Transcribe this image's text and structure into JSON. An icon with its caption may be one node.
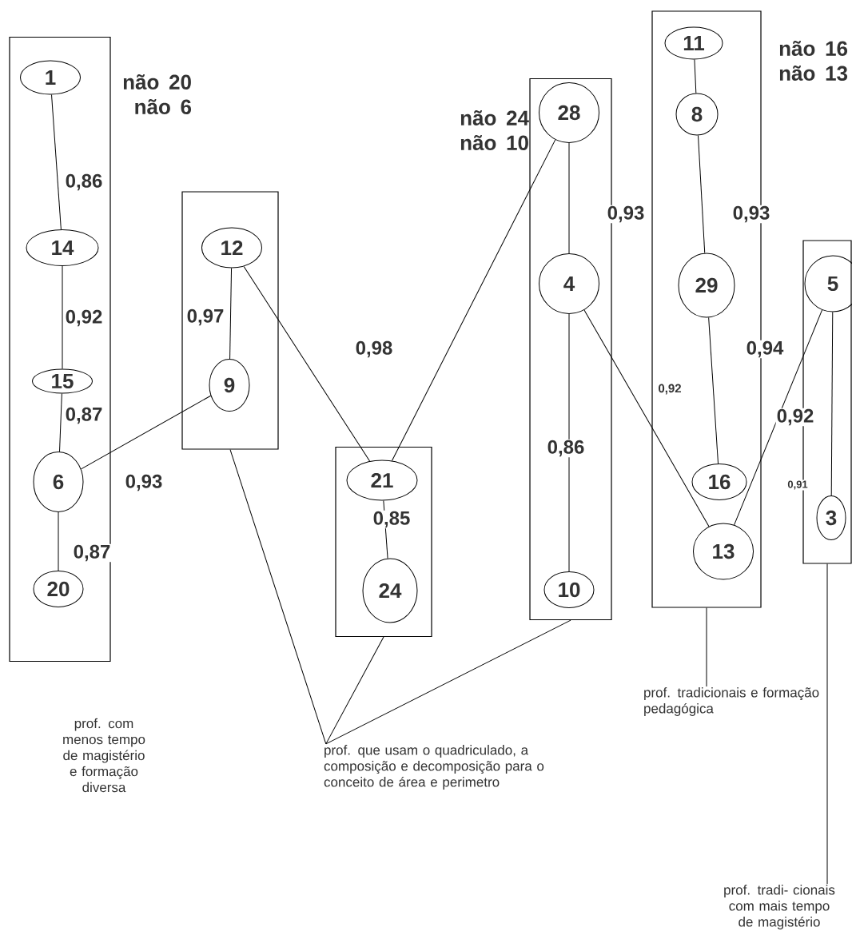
{
  "diagram": {
    "nodes": [
      {
        "text": [],
        "shape": "box"
      },
      {
        "text": [
          "1"
        ],
        "in": 0,
        "beside": [
          "não 20 não 6"
        ]
      },
      {
        "text": [
          "14"
        ],
        "in": 0
      },
      {
        "text": [
          "15"
        ],
        "in": 0
      },
      {
        "text": [
          "6"
        ],
        "in": 0
      },
      {
        "text": [
          "20"
        ],
        "in": 0
      },
      {
        "text": [],
        "shape": "box"
      },
      {
        "text": [
          "12"
        ],
        "in": 6
      },
      {
        "text": [
          "9"
        ],
        "in": 6
      },
      {
        "text": [],
        "shape": "box"
      },
      {
        "text": [
          "21"
        ],
        "in": 9
      },
      {
        "text": [
          "24"
        ],
        "in": 9
      },
      {
        "text": [],
        "shape": "box"
      },
      {
        "text": [
          "28"
        ],
        "in": 12,
        "beside": [
          "não 24 não 10"
        ]
      },
      {
        "text": [
          "4"
        ],
        "in": 12
      },
      {
        "text": [
          "10"
        ],
        "in": 12
      },
      {
        "text": [],
        "shape": "box"
      },
      {
        "text": [
          "11"
        ],
        "in": 16,
        "beside": [
          "não 16 não 13"
        ]
      },
      {
        "text": [
          "8"
        ],
        "in": 16
      },
      {
        "text": [
          "29"
        ],
        "in": 16
      },
      {
        "text": [
          "16"
        ],
        "in": 16
      },
      {
        "text": [
          "13"
        ],
        "in": 16
      },
      {
        "text": [],
        "shape": "box"
      },
      {
        "text": [
          "5"
        ],
        "in": 22
      },
      {
        "text": [
          "3"
        ],
        "in": 22
      },
      {
        "text": [
          "prof. que usam o quadriculado, a composição e decomposição para o conceito de área e perimetro"
        ]
      },
      {
        "text": [
          "prof. tradicionais e formação pedagógica"
        ]
      },
      {
        "text": [
          "prof. tradi- cionais com mais tempo de magistério"
        ]
      }
    ],
    "edges": [
      {
        "from": 1,
        "to": 2,
        "arrow": "none",
        "label": "0,86"
      },
      {
        "from": 2,
        "to": 3,
        "arrow": "none",
        "label": "0,92"
      },
      {
        "from": 3,
        "to": 4,
        "arrow": "none",
        "label": "0,87"
      },
      {
        "from": 4,
        "to": 5,
        "arrow": "none",
        "label": "0,87"
      },
      {
        "from": 4,
        "to": 8,
        "arrow": "none",
        "label": "0,93"
      },
      {
        "from": 7,
        "to": 8,
        "arrow": "none",
        "label": "0,97"
      },
      {
        "from": 7,
        "to": 10,
        "arrow": "none",
        "label": "0,98"
      },
      {
        "from": 10,
        "to": 11,
        "arrow": "none",
        "label": "0,85"
      },
      {
        "from": 13,
        "to": 10,
        "arrow": "none"
      },
      {
        "from": 13,
        "to": 14,
        "arrow": "none",
        "label": "0,93"
      },
      {
        "from": 14,
        "to": 15,
        "arrow": "none",
        "label": "0,86"
      },
      {
        "from": 14,
        "to": 21,
        "arrow": "none",
        "label": "0,92"
      },
      {
        "from": 17,
        "to": 18,
        "arrow": "none"
      },
      {
        "from": 18,
        "to": 19,
        "arrow": "none",
        "label": "0,93"
      },
      {
        "from": 19,
        "to": 20,
        "arrow": "none",
        "label": "0,94"
      },
      {
        "from": 21,
        "to": 23,
        "arrow": "none",
        "label": "0,92"
      },
      {
        "from": 23,
        "to": 24,
        "arrow": "none",
        "label": "0,91"
      },
      {
        "from": 25,
        "to": 6,
        "arrow": "none"
      },
      {
        "from": 25,
        "to": 9,
        "arrow": "none"
      },
      {
        "from": 25,
        "to": 12,
        "arrow": "none"
      },
      {
        "from": 26,
        "to": 16,
        "arrow": "none"
      },
      {
        "from": 27,
        "to": 22,
        "arrow": "none"
      }
    ],
    "labels": [
      "prof. com menos tempo de magistério e formação diversa"
    ]
  }
}
